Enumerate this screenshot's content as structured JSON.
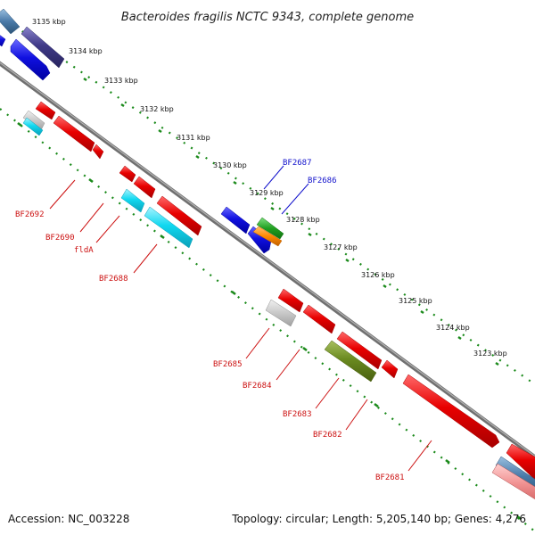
{
  "title": "Bacteroides fragilis NCTC 9343, complete genome",
  "footer": {
    "accession": "Accession: NC_003228",
    "summary": "Topology: circular; Length: 5,205,140 bp; Genes: 4,276"
  },
  "ticks": [
    "3135 kbp",
    "3134 kbp",
    "3133 kbp",
    "3132 kbp",
    "3131 kbp",
    "3130 kbp",
    "3129 kbp",
    "3128 kbp",
    "3127 kbp",
    "3126 kbp",
    "3125 kbp",
    "3124 kbp",
    "3123 kbp"
  ],
  "gene_labels_red": [
    "BF2692",
    "BF2690",
    "fldA",
    "BF2688",
    "BF2685",
    "BF2684",
    "BF2683",
    "BF2682",
    "BF2681"
  ],
  "gene_labels_blue": [
    "BF2687",
    "BF2686"
  ],
  "colors": {
    "red": "#e80000",
    "blue": "#1010e0",
    "cyan": "#10d8f0",
    "purple": "#403a88",
    "olive": "#6a8a20",
    "grey": "#b8b8b8",
    "green": "#20a020",
    "orange": "#ff8800",
    "label_red": "#cc1111",
    "label_blue": "#1111cc",
    "dots": "#1a8a1a"
  }
}
